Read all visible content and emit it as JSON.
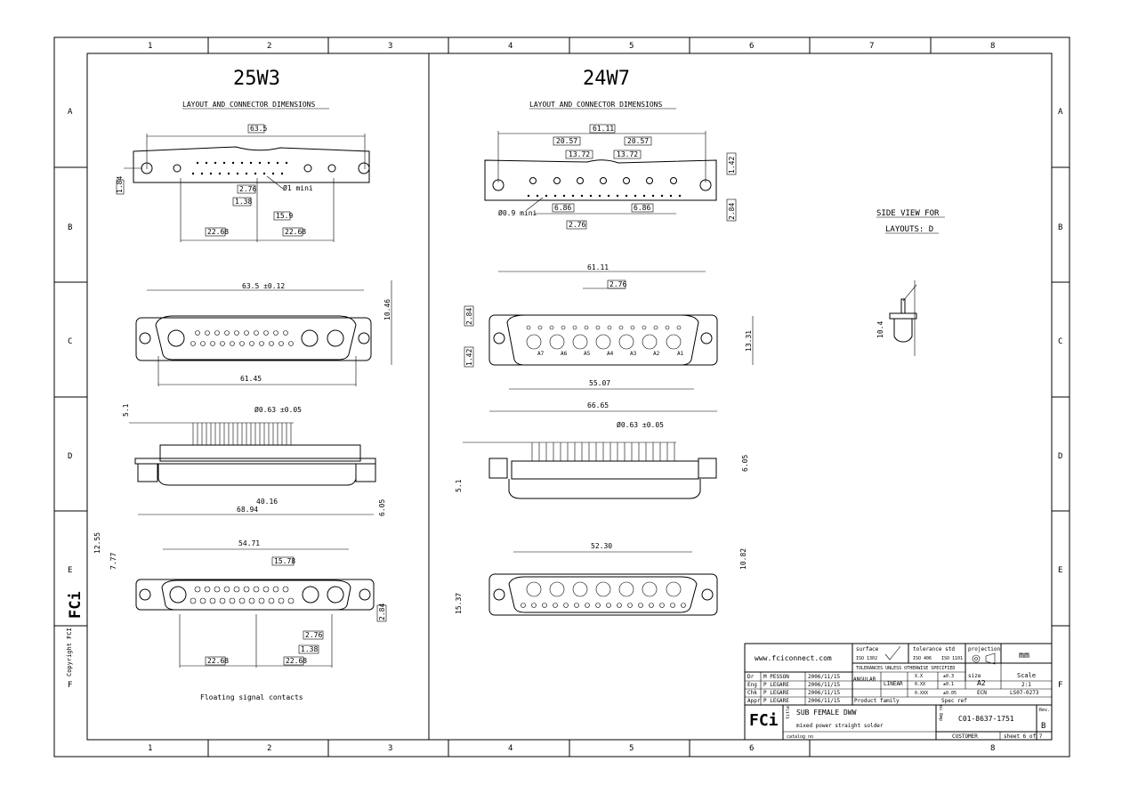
{
  "border": {
    "columns": [
      "1",
      "2",
      "3",
      "4",
      "5",
      "6",
      "7",
      "8"
    ],
    "rows": [
      "A",
      "B",
      "C",
      "D",
      "E",
      "F"
    ]
  },
  "left": {
    "title": "25W3",
    "subtitle": "LAYOUT AND CONNECTOR DIMENSIONS",
    "d_top_width": "63.5",
    "d_pin_dia": "Ø1 mini",
    "d_276": "2.76",
    "d_138": "1.38",
    "d_159": "15.9",
    "d_2268a": "22.68",
    "d_2268b": "22.68",
    "d_184": "1.84",
    "d_body": "63.5 ±0.12",
    "d_1046": "10.46",
    "d_6145": "61.45",
    "d_51": "5.1",
    "d_063": "Ø0.63 ±0.05",
    "d_4016": "40.16",
    "d_6894": "68.94",
    "d_605": "6.05",
    "d_5471": "54.71",
    "d_1578": "15.78",
    "d_1255": "12.55",
    "d_777": "7.77",
    "d_284": "2.84",
    "d_276b": "2.76",
    "d_138b": "1.38",
    "d_2268c": "22.68",
    "d_2268d": "22.68",
    "note": "Floating signal contacts",
    "copyright": "Copyright FCI."
  },
  "right": {
    "title": "24W7",
    "subtitle": "LAYOUT AND CONNECTOR DIMENSIONS",
    "d_6111": "61.11",
    "d_2057a": "20.57",
    "d_2057b": "20.57",
    "d_1372a": "13.72",
    "d_1372b": "13.72",
    "d_142": "1.42",
    "d_09": "Ø0.9 mini",
    "d_686a": "6.86",
    "d_686b": "6.86",
    "d_276": "2.76",
    "d_284": "2.84",
    "d_6111b": "61.11",
    "d_276b": "2.76",
    "d_284b": "2.84",
    "d_142b": "1.42",
    "d_1331": "13.31",
    "d_5507": "55.07",
    "d_6665": "66.65",
    "d_063": "Ø0.63 ±0.05",
    "d_51": "5.1",
    "d_605": "6.05",
    "d_5230": "52.30",
    "d_1082": "10.82",
    "d_1537": "15.37",
    "pins": [
      "A7",
      "A6",
      "A5",
      "A4",
      "A3",
      "A2",
      "A1"
    ],
    "side_view_1": "SIDE VIEW FOR",
    "side_view_2": "LAYOUTS: D",
    "side_dim": "10.4"
  },
  "titleblock": {
    "website": "www.fciconnect.com",
    "surface": "surface",
    "iso1302": "ISO 1302",
    "tolerance": "tolerance std",
    "iso406": "ISO 406",
    "iso1101": "ISO 1101",
    "projection": "projection",
    "units": "mm",
    "tol_note": "TOLERANCES UNLESS OTHERWISE SPECIFIED",
    "angular": "ANGULAR",
    "linear": "LINEAR",
    "tol_x": "X.X",
    "tol_xx": "±0.3",
    "tol_a": "0.XX",
    "tol_b": "±0.1",
    "tol_c": "0.XXX",
    "tol_d": "±0.05",
    "size_lbl": "size",
    "size": "A2",
    "scale_lbl": "Scale",
    "scale": "2:1",
    "ecn_lbl": "ECN",
    "ecn": "LS07-0273",
    "rows": [
      {
        "role": "Dr",
        "name": "M PESSON",
        "date": "2006/11/15"
      },
      {
        "role": "Eng",
        "name": "P LEGARE",
        "date": "2006/11/15"
      },
      {
        "role": "Chk",
        "name": "P LEGARE",
        "date": "2006/11/15"
      },
      {
        "role": "Appr",
        "name": "P LEGARE",
        "date": "2006/11/15"
      }
    ],
    "product_family": "Product family",
    "spec_ref": "Spec ref",
    "title_lbl": "title",
    "title1": "SUB FEMALE DWW",
    "title2": "mixed power straight solder",
    "catalog": "catalog no",
    "dwg_lbl": "dwg no",
    "dwg_no": "C01-8637-1751",
    "rev_lbl": "Rev.",
    "rev": "B",
    "customer": "CUSTOMER",
    "sheet": "sheet 6 of 7",
    "brand": "FCi"
  }
}
